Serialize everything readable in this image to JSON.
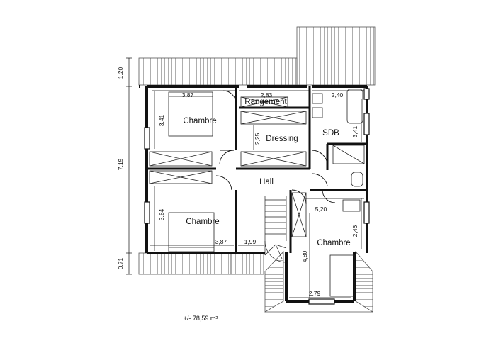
{
  "rooms": {
    "bedroom_top_left": "Chambre",
    "storage": "Rangement",
    "dressing": "Dressing",
    "bathroom": "SDB",
    "hall": "Hall",
    "bedroom_bottom_left": "Chambre",
    "bedroom_bottom_right": "Chambre"
  },
  "dimensions": {
    "roof_top_height": "1,20",
    "total_height": "7,19",
    "roof_bottom_height": "0,71",
    "bedroom_top_left_width": "3,87",
    "bedroom_top_left_height": "3,41",
    "storage_width": "2,83",
    "dressing_height": "2,25",
    "bathroom_width": "2,40",
    "bathroom_height": "3,41",
    "bedroom_bottom_left_height": "3,64",
    "bedroom_bottom_left_width": "3,87",
    "stair_width": "1,99",
    "hall_width": "5,20",
    "bedroom_right_height_upper": "2,46",
    "bedroom_right_height": "4,80",
    "bedroom_right_width": "2,79"
  },
  "total_area": "+/- 78,59 m²"
}
